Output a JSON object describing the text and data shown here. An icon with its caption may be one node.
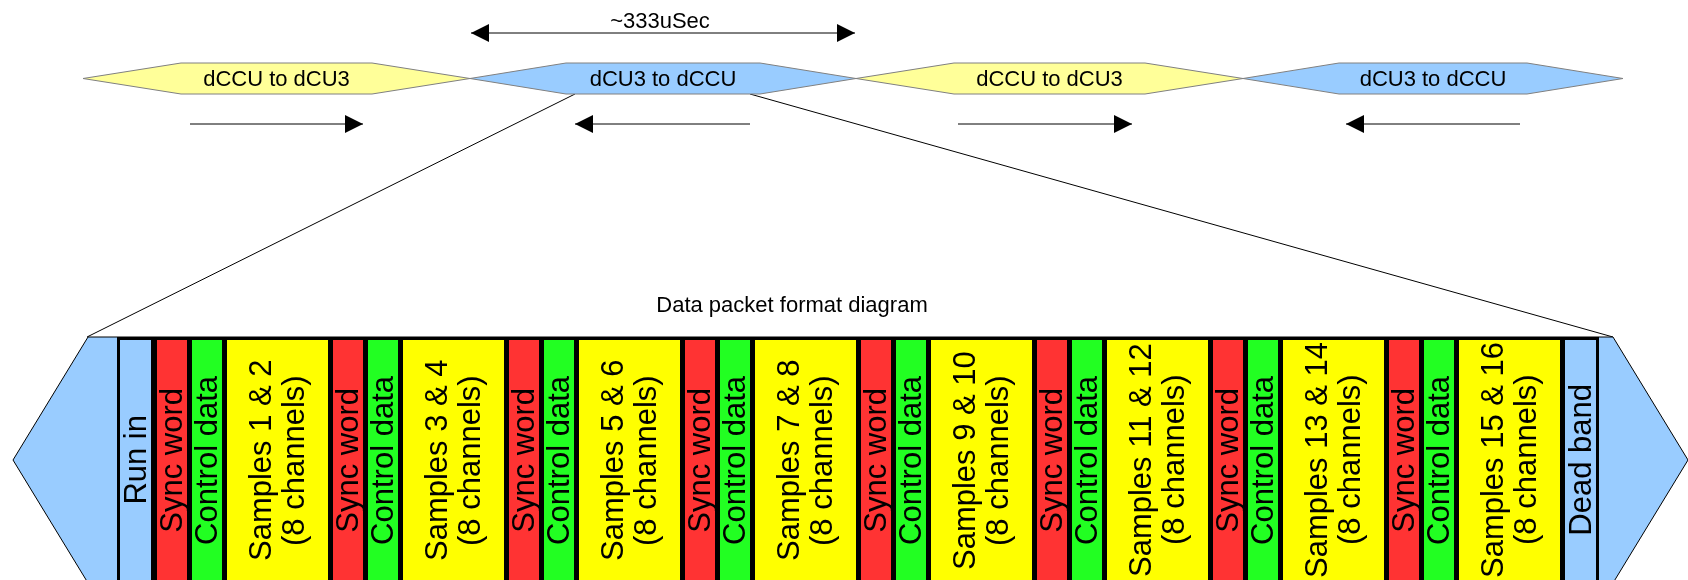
{
  "diagram": {
    "nodes": [
      {
        "text": [
          "dCCU to dCU3"
        ]
      },
      {
        "text": [
          "dCU3 to dCCU"
        ]
      },
      {
        "text": [
          "dCCU to dCU3"
        ]
      },
      {
        "text": [
          "dCU3 to dCCU"
        ]
      },
      {
        "text": [],
        "shape": "hexagon"
      },
      {
        "text": [
          "Run in"
        ],
        "in": 4
      },
      {
        "text": [
          "Sync word"
        ],
        "in": 4
      },
      {
        "text": [
          "Control data"
        ],
        "in": 4
      },
      {
        "text": [
          "Samples 1 & 2 (8 channels)"
        ],
        "in": 4
      },
      {
        "text": [
          "Sync word"
        ],
        "in": 4
      },
      {
        "text": [
          "Control data"
        ],
        "in": 4
      },
      {
        "text": [
          "Samples 3 & 4 (8 channels)"
        ],
        "in": 4
      },
      {
        "text": [
          "Sync word"
        ],
        "in": 4
      },
      {
        "text": [
          "Control data"
        ],
        "in": 4
      },
      {
        "text": [
          "Samples 5 & 6 (8 channels)"
        ],
        "in": 4
      },
      {
        "text": [
          "Sync word"
        ],
        "in": 4
      },
      {
        "text": [
          "Control data"
        ],
        "in": 4
      },
      {
        "text": [
          "Samples 7 & 8 (8 channels)"
        ],
        "in": 4
      },
      {
        "text": [
          "Sync word"
        ],
        "in": 4
      },
      {
        "text": [
          "Control data"
        ],
        "in": 4
      },
      {
        "text": [
          "Samples 9 & 10 (8 channels)"
        ],
        "in": 4
      },
      {
        "text": [
          "Sync word"
        ],
        "in": 4
      },
      {
        "text": [
          "Control data"
        ],
        "in": 4
      },
      {
        "text": [
          "Samples 11 & 12 (8 channels)"
        ],
        "in": 4
      },
      {
        "text": [
          "Sync word"
        ],
        "in": 4
      },
      {
        "text": [
          "Control data"
        ],
        "in": 4
      },
      {
        "text": [
          "Samples 13 & 14 (8 channels)"
        ],
        "in": 4
      },
      {
        "text": [
          "Sync word"
        ],
        "in": 4
      },
      {
        "text": [
          "Control data"
        ],
        "in": 4
      },
      {
        "text": [
          "Samples 15 & 16 (8 channels)"
        ],
        "in": 4
      },
      {
        "text": [
          "Dead band"
        ],
        "in": 4
      }
    ],
    "edges": [
      {
        "from": 1,
        "to": 4,
        "arrow": "none"
      },
      {
        "from": 1,
        "to": 4,
        "arrow": "none"
      }
    ],
    "labels": [
      "~333uSec",
      "Data packet format diagram"
    ]
  }
}
